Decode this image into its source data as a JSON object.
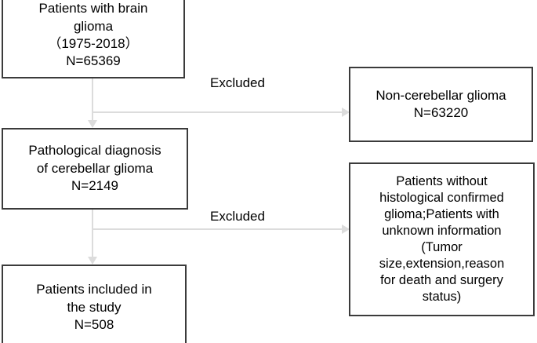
{
  "diagram": {
    "type": "patient-selection-flowchart",
    "colors": {
      "box_border": "#3b3b3b",
      "connector": "#dcdcdc",
      "text": "#000000",
      "background": "#ffffff"
    },
    "nodes": {
      "source": {
        "label": "Patients with  brain\nglioma\n（1975-2018）\nN=65369",
        "title": "Patients with  brain glioma",
        "period": "（1975-2018）",
        "count": "N=65369"
      },
      "pathology": {
        "label": "Pathological diagnosis\nof cerebellar glioma\nN=2149",
        "title": "Pathological diagnosis of cerebellar glioma",
        "count": "N=2149"
      },
      "included": {
        "label": "Patients included in\nthe study\nN=508",
        "title": "Patients included in the study",
        "count": "N=508"
      },
      "excluded_first": {
        "label": "Non-cerebellar glioma\nN=63220",
        "title": "Non-cerebellar glioma",
        "count": "N=63220"
      },
      "excluded_second": {
        "label": "Patients without\nhistological confirmed\nglioma;Patients with\nunknown information\n(Tumor\nsize,extension,reason\nfor death and surgery\nstatus)",
        "title": "Patients without histological confirmed glioma;Patients with unknown information (Tumor size,extension,reason for death and surgery status)"
      }
    },
    "edges": {
      "excluded_label_1": "Excluded",
      "excluded_label_2": "Excluded"
    }
  }
}
